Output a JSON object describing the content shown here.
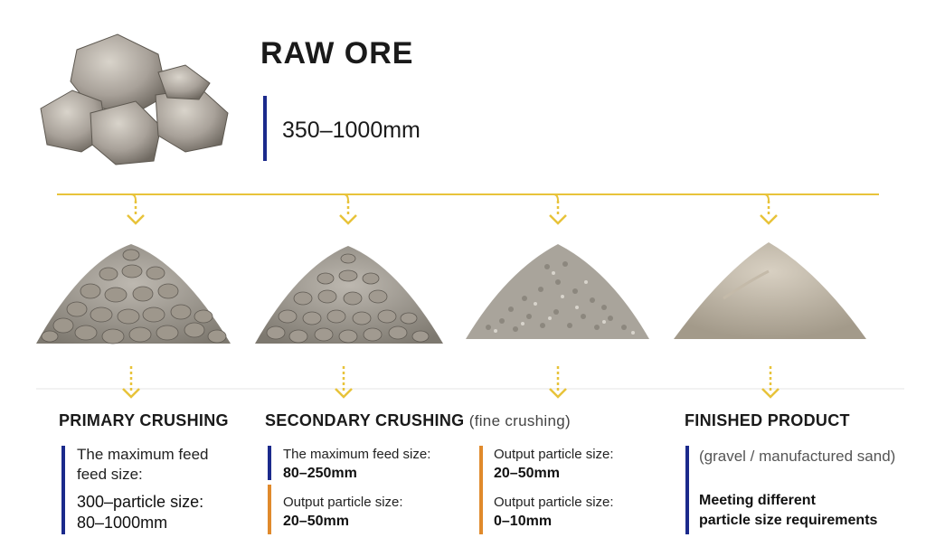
{
  "header": {
    "title": "RAW ORE",
    "size": "350–1000mm"
  },
  "stages": {
    "primary": {
      "title": "PRIMARY CRUSHING",
      "line1": "The maximum feed",
      "line2": "feed size:",
      "line3": "300–particle size:",
      "line4": "80–1000mm"
    },
    "secondary": {
      "title": "SECONDARY CRUSHING",
      "subtitle": "(fine crushing)",
      "feed_label": "The maximum feed size:",
      "feed_value": "80–250mm",
      "output_label": "Output particle size:",
      "output_value": "20–50mm"
    },
    "fine": {
      "output_label_1": "Output particle size:",
      "output_value_1": "20–50mm",
      "output_label_2": "Output particle size:",
      "output_value_2": "0–10mm"
    },
    "finished": {
      "title": "FINISHED PRODUCT",
      "note": "(gravel / manufactured sand)",
      "req_line1": "Meeting different",
      "req_line2": "particle size requirements"
    }
  },
  "colors": {
    "arrow": "#e8c33a",
    "blue_bar": "#1b2a8c",
    "orange_bar": "#e08a2c"
  }
}
